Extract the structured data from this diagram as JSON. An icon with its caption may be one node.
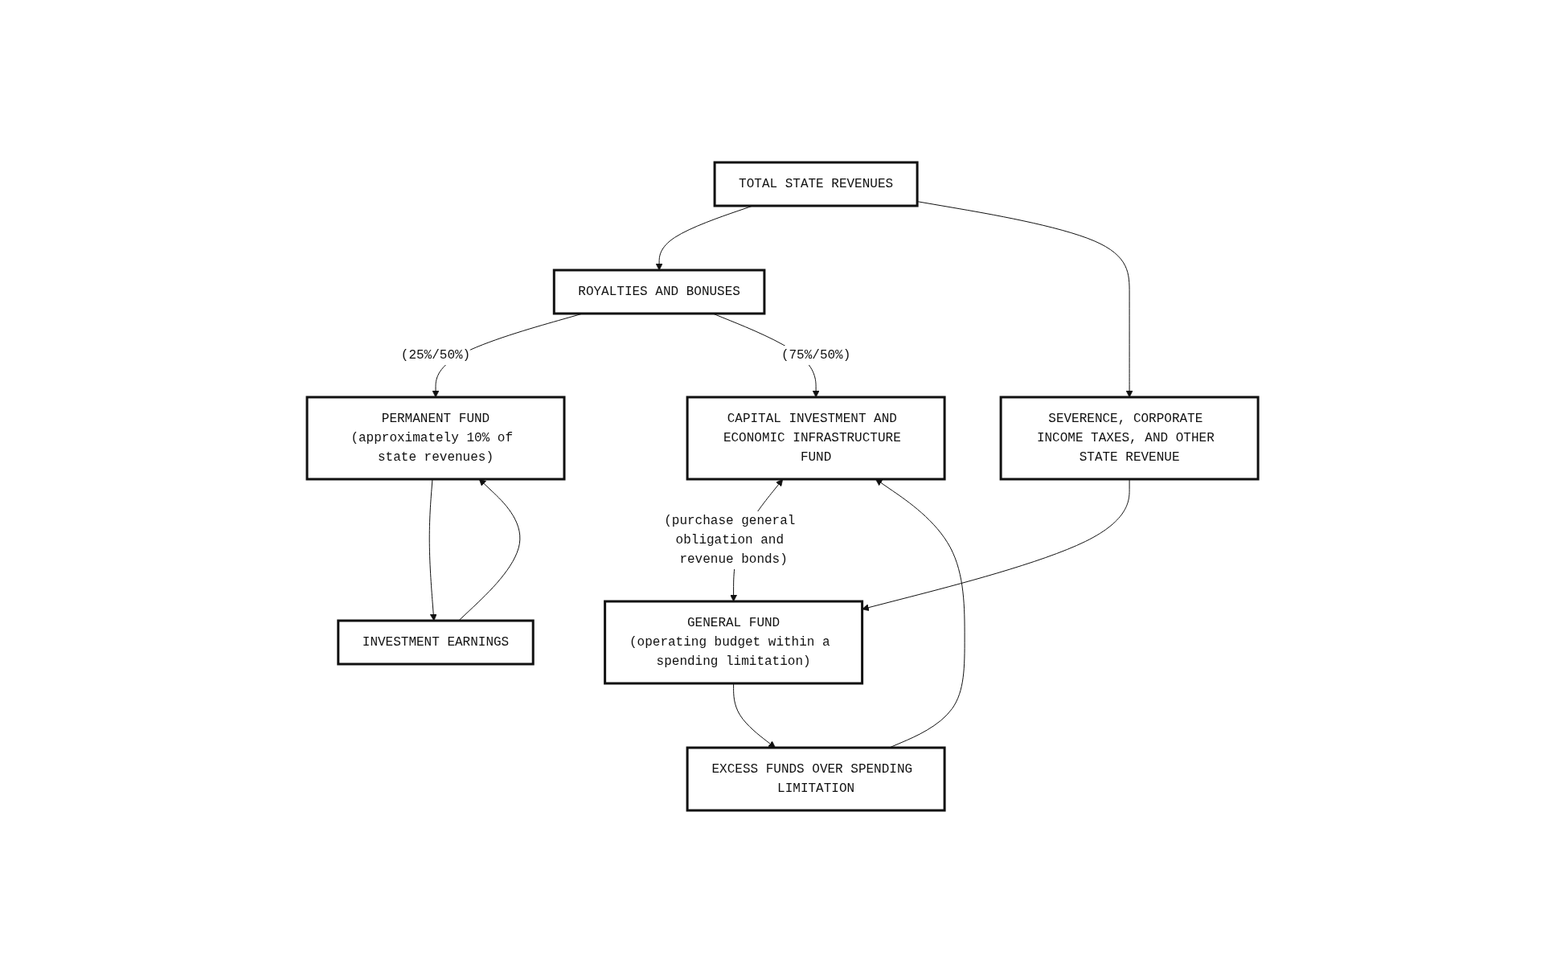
{
  "diagram": {
    "nodes": [
      {
        "text": [
          "TOTAL STATE REVENUES"
        ]
      },
      {
        "text": [
          "ROYALTIES AND BONUSES"
        ]
      },
      {
        "text": [
          "SEVERENCE, CORPORATE INCOME TAXES, AND OTHER STATE REVENUE"
        ]
      },
      {
        "text": [
          "PERMANENT FUND",
          "(approximately 10% of state revenues)"
        ]
      },
      {
        "text": [
          "CAPITAL INVESTMENT AND ECONOMIC INFRASTRUCTURE FUND"
        ]
      },
      {
        "text": [
          "GENERAL FUND",
          "(operating budget within a spending limitation)"
        ]
      },
      {
        "text": [
          "INVESTMENT EARNINGS"
        ]
      },
      {
        "text": [
          "EXCESS FUNDS OVER SPENDING LIMITATION"
        ]
      }
    ],
    "edges": [
      {
        "from": 0,
        "to": 1,
        "arrow": "to"
      },
      {
        "from": 0,
        "to": 2,
        "arrow": "to"
      },
      {
        "from": 1,
        "to": 3,
        "arrow": "to",
        "label": "(25%/50%)"
      },
      {
        "from": 1,
        "to": 4,
        "arrow": "to",
        "label": "(75%/50%)"
      },
      {
        "from": 2,
        "to": 5,
        "arrow": "to"
      },
      {
        "from": 3,
        "to": 6,
        "arrow": "to"
      },
      {
        "from": 6,
        "to": 3,
        "arrow": "to"
      },
      {
        "from": 4,
        "to": 5,
        "arrow": "both",
        "label": "(purchase general obligation and revenue bonds)"
      },
      {
        "from": 5,
        "to": 7,
        "arrow": "to"
      },
      {
        "from": 7,
        "to": 4,
        "arrow": "to"
      }
    ]
  }
}
